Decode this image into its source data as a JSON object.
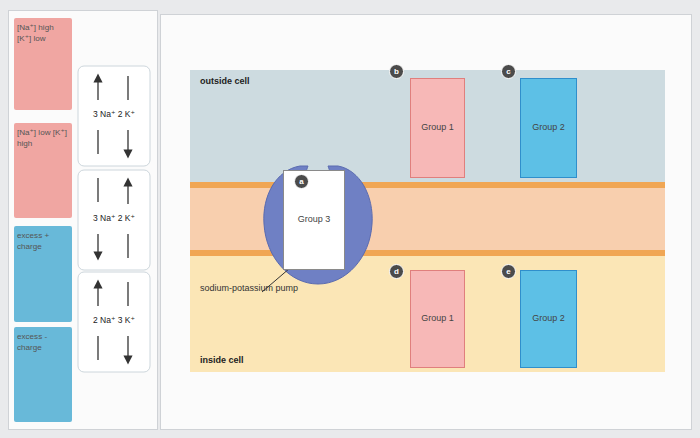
{
  "diagram": {
    "nodes": [
      {
        "text": [
          "[Na⁺] high [K⁺] low"
        ]
      },
      {
        "text": [
          "[Na⁺] low [K⁺] high"
        ]
      },
      {
        "text": [
          "excess + charge"
        ]
      },
      {
        "text": [
          "excess - charge"
        ]
      },
      {
        "text": [
          "3 Na⁺ 2 K⁺"
        ]
      },
      {
        "text": [
          "3 Na⁺ 2 K⁺"
        ]
      },
      {
        "text": [
          "2 Na⁺ 3 K⁺"
        ]
      },
      {
        "text": [
          "outside cell"
        ]
      },
      {
        "text": [
          "Group 1"
        ],
        "in": 7
      },
      {
        "text": [
          "Group 2"
        ],
        "in": 7
      },
      {
        "text": [
          "Group 3"
        ]
      },
      {
        "text": [
          "inside cell"
        ]
      },
      {
        "text": [
          "Group 1"
        ],
        "in": 11
      },
      {
        "text": [
          "Group 2"
        ],
        "in": 11
      }
    ],
    "edges": [],
    "labels": [
      "sodium-potassium pump",
      "a",
      "b",
      "c",
      "d",
      "e"
    ]
  }
}
